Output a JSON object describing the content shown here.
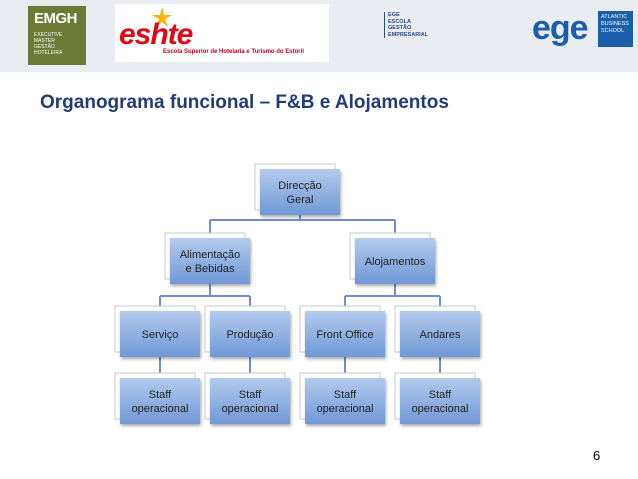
{
  "header": {
    "logo_emgh": {
      "main": "EMGH",
      "sub": [
        "EXECUTIVE",
        "MASTER",
        "GESTÃO",
        "HOTELEIRA"
      ]
    },
    "logo_eshte": {
      "word": "eshte",
      "subtitle": "Escola Superior de Hotelaria e Turismo do Estoril"
    },
    "logo_ege_school": [
      "EGE",
      "ESCOLA",
      "GESTÃO",
      "EMPRESARIAL"
    ],
    "logo_atlantic": {
      "word": "ege",
      "lines": [
        "ATLANTIC",
        "BUSINESS",
        "SCHOOL"
      ]
    }
  },
  "title": "Organograma funcional – F&B e Alojamentos",
  "page_number": "6",
  "colors": {
    "node_top": "#b3caec",
    "node_bottom": "#6e98d6",
    "connector": "#6d8fcf",
    "title": "#223c75",
    "banner": "#e9ecf1"
  },
  "org_chart": {
    "root": {
      "lines": [
        "Direcção",
        "Geral"
      ]
    },
    "level2": [
      {
        "lines": [
          "Alimentação",
          "e Bebidas"
        ]
      },
      {
        "lines": [
          "Alojamentos"
        ]
      }
    ],
    "level3": [
      {
        "lines": [
          "Serviço"
        ]
      },
      {
        "lines": [
          "Produção"
        ]
      },
      {
        "lines": [
          "Front Office"
        ]
      },
      {
        "lines": [
          "Andares"
        ]
      }
    ],
    "level4": [
      {
        "lines": [
          "Staff",
          "operacional"
        ]
      },
      {
        "lines": [
          "Staff",
          "operacional"
        ]
      },
      {
        "lines": [
          "Staff",
          "operacional"
        ]
      },
      {
        "lines": [
          "Staff",
          "operacional"
        ]
      }
    ]
  }
}
